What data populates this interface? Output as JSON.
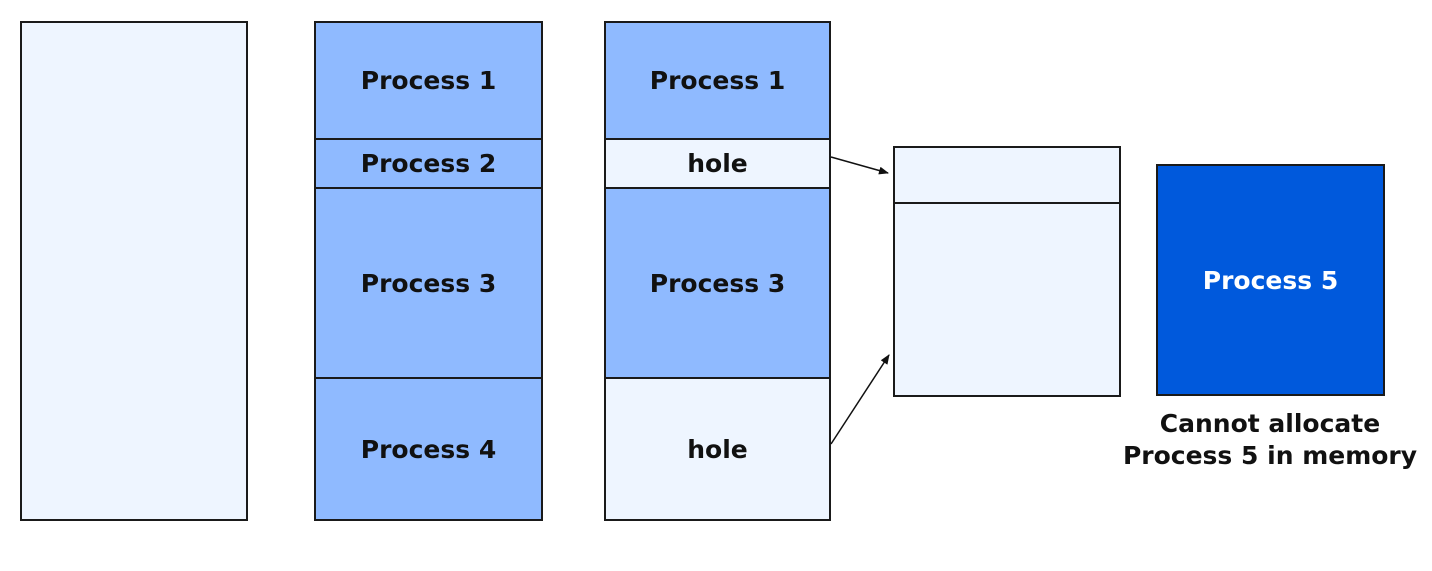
{
  "memory_full": {
    "segments": [
      "Process 1",
      "Process 2",
      "Process 3",
      "Process 4"
    ]
  },
  "memory_holes": {
    "segments": [
      "Process 1",
      "hole",
      "Process 3",
      "hole"
    ]
  },
  "process5": {
    "label": "Process 5",
    "caption_line1": "Cannot allocate",
    "caption_line2": "Process 5 in memory"
  },
  "colors": {
    "process_fill": "#8fbaff",
    "hole_fill": "#eef5ff",
    "new_process_fill": "#0059dc"
  }
}
